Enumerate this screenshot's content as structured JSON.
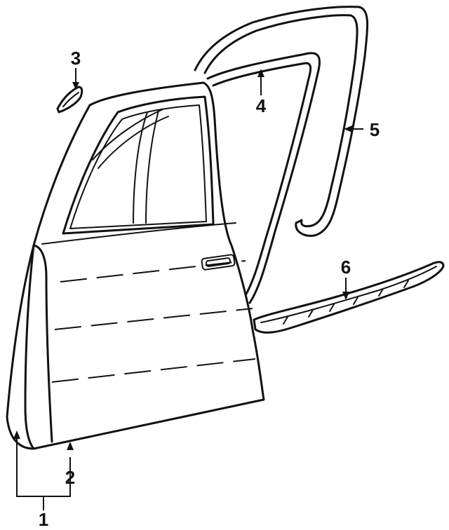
{
  "diagram": {
    "parts": [
      {
        "id": "door-shell",
        "label": "1"
      },
      {
        "id": "lower-door-seal",
        "label": "2"
      },
      {
        "id": "mirror-cover",
        "label": "3"
      },
      {
        "id": "inner-window-channel",
        "label": "4"
      },
      {
        "id": "outer-weatherstrip",
        "label": "5"
      },
      {
        "id": "lower-rocker-molding",
        "label": "6"
      }
    ]
  }
}
